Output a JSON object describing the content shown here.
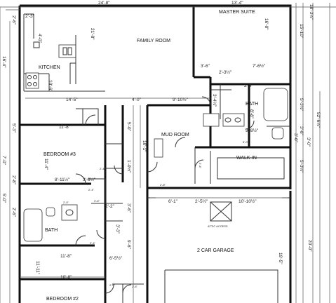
{
  "rooms": {
    "master_suite": "MASTER SUITE",
    "family_room": "FAMILY ROOM",
    "kitchen": "KITCHEN",
    "bath_master": "BATH",
    "mud_room": "MUD ROOM",
    "walk_in": "WALK-IN",
    "bedroom3": "BEDROOM #3",
    "bath_hall": "BATH",
    "garage": "2 CAR GARAGE",
    "attic_access": "ATTIC ACCESS",
    "bedroom2": "BEDROOM #2"
  },
  "dims": {
    "d01": "24'-8\"",
    "d02": "13'-4\"",
    "d03": "2'-3\"",
    "d04": "21'-8\"",
    "d05": "16'-0\"",
    "d06": "4'-0\"",
    "d07": "3'-6\"",
    "d08": "7'-6½\"",
    "d09": "2'-3½\"",
    "d10": "10'-6\"",
    "d11": "14'-5\"",
    "d12": "4'-0\"",
    "d13": "9'-10½\"",
    "d14": "3'-4½\"",
    "d15": "2'-4\"",
    "d16": "8'-8\"",
    "d17": "9'-8½\"",
    "d18": "5'-0\"",
    "d19": "11'-8\"",
    "d20": "10'-1\"",
    "d21": "11'-4\"",
    "d22": "8'-11½\"",
    "d23": "3'-6½\"",
    "d24": "1'-0½\"",
    "d25": "2'-2\"",
    "d26": "6'-1\"",
    "d27": "2'-5½\"",
    "d28": "10'-10½\"",
    "d29": "3'-6\"",
    "d30": "3'-3\"",
    "d31": "11'-8\"",
    "d32": "6'-5½\"",
    "d33": "10'-8\"",
    "d34": "11'-11\"",
    "d35": "19'-5\"",
    "d36": "20'-0\"",
    "d37": "15'-10\"",
    "d38": "5'-3½\"",
    "d39": "3'-8\"",
    "d40": "52'-6½\"",
    "d41": "5'-3½\"",
    "d42": "18'-3½\"",
    "d43": "2'-6\"",
    "d44": "5'-0\"",
    "d45": "16'-4\"",
    "d46": "5'-3\"",
    "d47": "7'-0\"",
    "d48": "2'-8\"",
    "d49": "5'-0\"",
    "d50": "2'-4\"",
    "d51": "2'-8\"",
    "d52": "2'-4\"",
    "d53": "3'-0\"",
    "d54": "3'-0\"",
    "d55": "2'-6\"",
    "d56": "9'-6\"",
    "d57": "2'-4\"",
    "d58": "2'-0\"",
    "d59": "2'-6\"",
    "d60": "3'-6\"",
    "d61": "2'-0\"",
    "d62": "2'-4\""
  }
}
